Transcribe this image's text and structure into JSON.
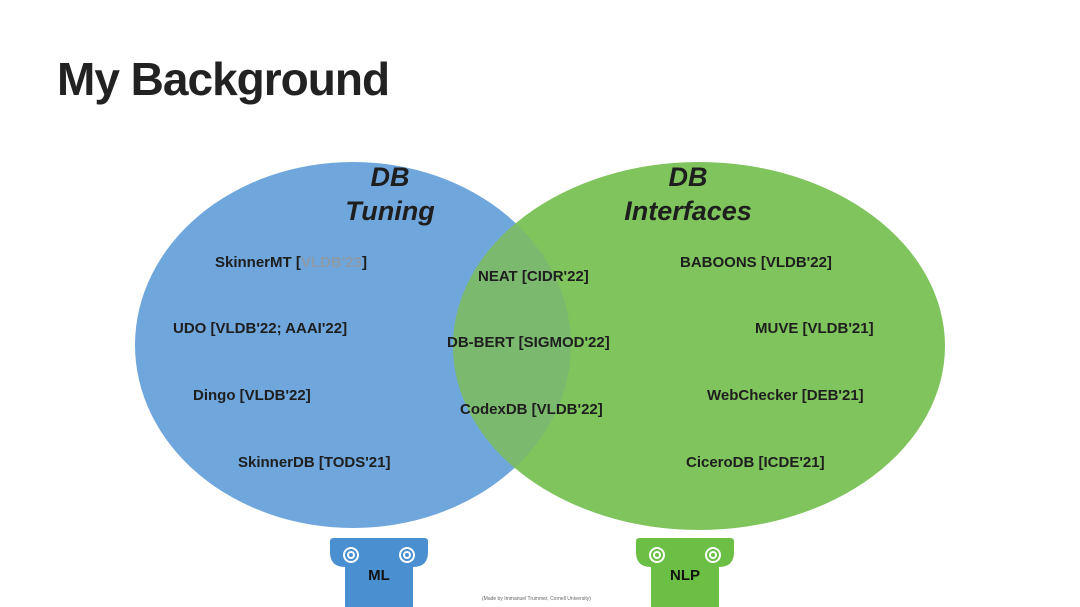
{
  "slide": {
    "title": "My Background",
    "credit": "(Made by Immanuel Trummer, Cornell University)"
  },
  "colors": {
    "left_circle": "#6fa6dc",
    "right_circle": "#7fc45c",
    "overlap": "#7bba6e",
    "pillar_left": "#4a8fd0",
    "pillar_right": "#6bbf45"
  },
  "sets": {
    "left": {
      "title_line1": "DB",
      "title_line2": "Tuning",
      "items": [
        {
          "name": "SkinnerMT [",
          "venue": "VLDB'23",
          "close": "]"
        },
        {
          "text": "UDO [VLDB'22; AAAI'22]"
        },
        {
          "text": "Dingo [VLDB'22]"
        },
        {
          "text": "SkinnerDB [TODS'21]"
        }
      ]
    },
    "right": {
      "title_line1": "DB",
      "title_line2": "Interfaces",
      "items": [
        {
          "text": "BABOONS [VLDB'22]"
        },
        {
          "text": "MUVE [VLDB'21]"
        },
        {
          "text": "WebChecker [DEB'21]"
        },
        {
          "text": "CiceroDB [ICDE'21]"
        }
      ]
    },
    "overlap": {
      "items": [
        {
          "text": "NEAT [CIDR'22]"
        },
        {
          "text": "DB-BERT [SIGMOD'22]"
        },
        {
          "text": "CodexDB [VLDB'22]"
        }
      ]
    }
  },
  "pillars": {
    "left": {
      "label": "ML",
      "icon": "ionic-column-icon"
    },
    "right": {
      "label": "NLP",
      "icon": "ionic-column-icon"
    }
  }
}
